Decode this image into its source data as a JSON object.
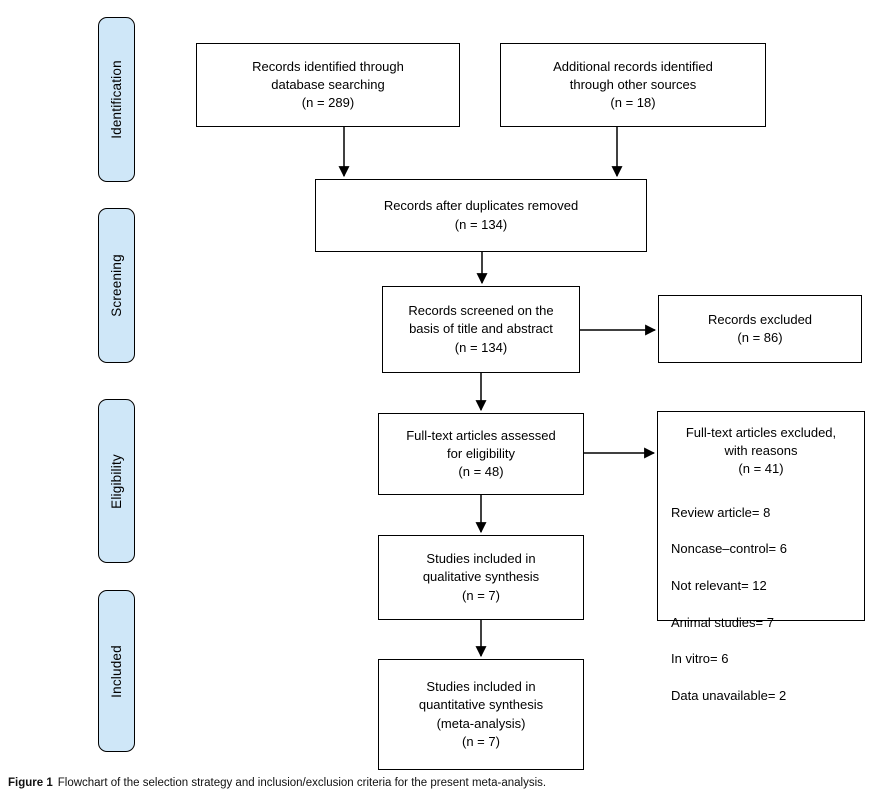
{
  "figure": {
    "caption_label": "Figure 1",
    "caption_text": "Flowchart of the selection strategy and inclusion/exclusion criteria for the present meta-analysis."
  },
  "colors": {
    "stage_fill": "#cfe7f8",
    "box_border": "#000000",
    "arrow": "#000000"
  },
  "stages": [
    {
      "label": "Identification"
    },
    {
      "label": "Screening"
    },
    {
      "label": "Eligibility"
    },
    {
      "label": "Included"
    }
  ],
  "boxes": {
    "records_identified": "Records identified through\ndatabase searching\n(n = 289)",
    "additional_records": "Additional records identified\nthrough other sources\n(n = 18)",
    "duplicates_removed": "Records after duplicates removed\n(n = 134)",
    "records_screened": "Records screened on the\nbasis of title and abstract\n(n = 134)",
    "records_excluded": "Records excluded\n(n = 86)",
    "fulltext_assessed": "Full-text articles assessed\nfor eligibility\n(n = 48)",
    "fulltext_excluded_header": "Full-text articles excluded,\nwith reasons\n(n = 41)",
    "fulltext_excluded_reasons": [
      "Review article= 8",
      "Noncase–control= 6",
      "Not relevant= 12",
      "Animal studies= 7",
      "In vitro= 6",
      "Data unavailable= 2"
    ],
    "qualitative_synthesis": "Studies included in\nqualitative synthesis\n(n = 7)",
    "quantitative_synthesis": "Studies included in\nquantitative synthesis\n(meta-analysis)\n(n = 7)"
  }
}
